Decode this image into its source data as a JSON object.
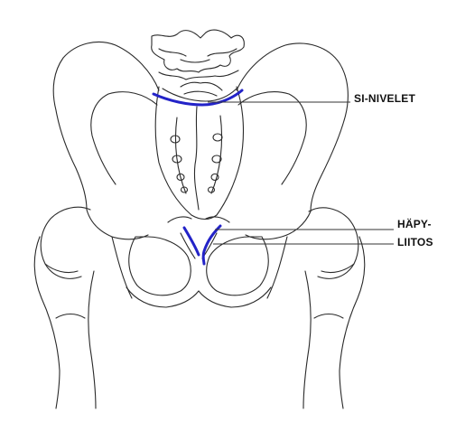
{
  "labels": {
    "si_joints": "SI-NIVELET",
    "pubic_line1": "HÄPY-",
    "pubic_line2": "LIITOS"
  },
  "colors": {
    "outline": "#2a2a2a",
    "highlight": "#2323c8",
    "leader": "#333333",
    "background": "#ffffff"
  }
}
